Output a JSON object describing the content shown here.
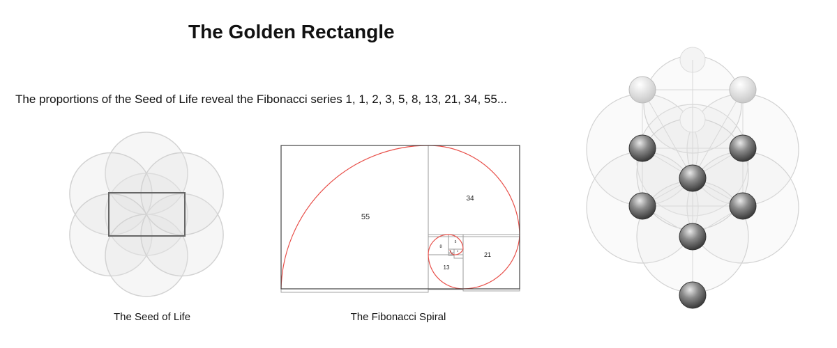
{
  "title": "The Golden Rectangle",
  "subtitle": "The proportions of the Seed of Life reveal the Fibonacci series 1, 1, 2, 3, 5, 8, 13, 21, 34, 55...",
  "seed_caption": "The Seed of Life",
  "fibonacci_caption": "The Fibonacci Spiral",
  "fibonacci_squares": [
    {
      "value": "55"
    },
    {
      "value": "34"
    },
    {
      "value": "21"
    },
    {
      "value": "13"
    },
    {
      "value": "8"
    },
    {
      "value": "5"
    },
    {
      "value": "3"
    },
    {
      "value": "2"
    },
    {
      "value": "1"
    },
    {
      "value": "1"
    }
  ],
  "colors": {
    "circle_fill": "#e6e6e6",
    "circle_stroke": "#d2d2d2",
    "rectangle_stroke": "#666666",
    "spiral": "#e8504a",
    "square_lines": "#9a9a9a",
    "outer_frame": "#444444",
    "sphere_dark": "#555555",
    "sphere_light": "#cfcfcf"
  }
}
